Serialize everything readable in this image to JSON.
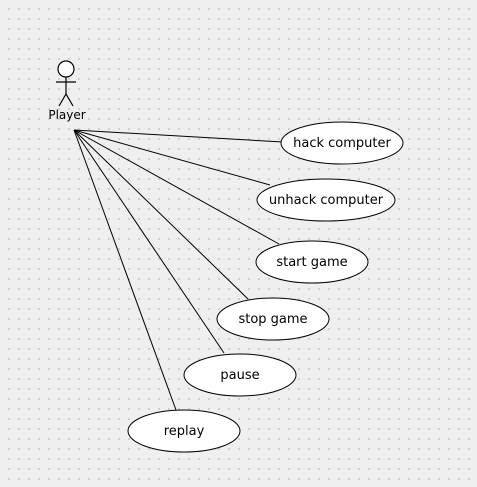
{
  "diagram": {
    "type": "use-case",
    "background_color": "#efefef",
    "actor": {
      "label": "Player",
      "icon": "stick-figure-icon"
    },
    "use_cases": [
      {
        "id": "hack-computer",
        "label": "hack computer"
      },
      {
        "id": "unhack-computer",
        "label": "unhack computer"
      },
      {
        "id": "start-game",
        "label": "start game"
      },
      {
        "id": "stop-game",
        "label": "stop game"
      },
      {
        "id": "pause",
        "label": "pause"
      },
      {
        "id": "replay",
        "label": "replay"
      }
    ],
    "associations": [
      {
        "from": "Player",
        "to": "hack-computer"
      },
      {
        "from": "Player",
        "to": "unhack-computer"
      },
      {
        "from": "Player",
        "to": "start-game"
      },
      {
        "from": "Player",
        "to": "stop-game"
      },
      {
        "from": "Player",
        "to": "pause"
      },
      {
        "from": "Player",
        "to": "replay"
      }
    ]
  }
}
